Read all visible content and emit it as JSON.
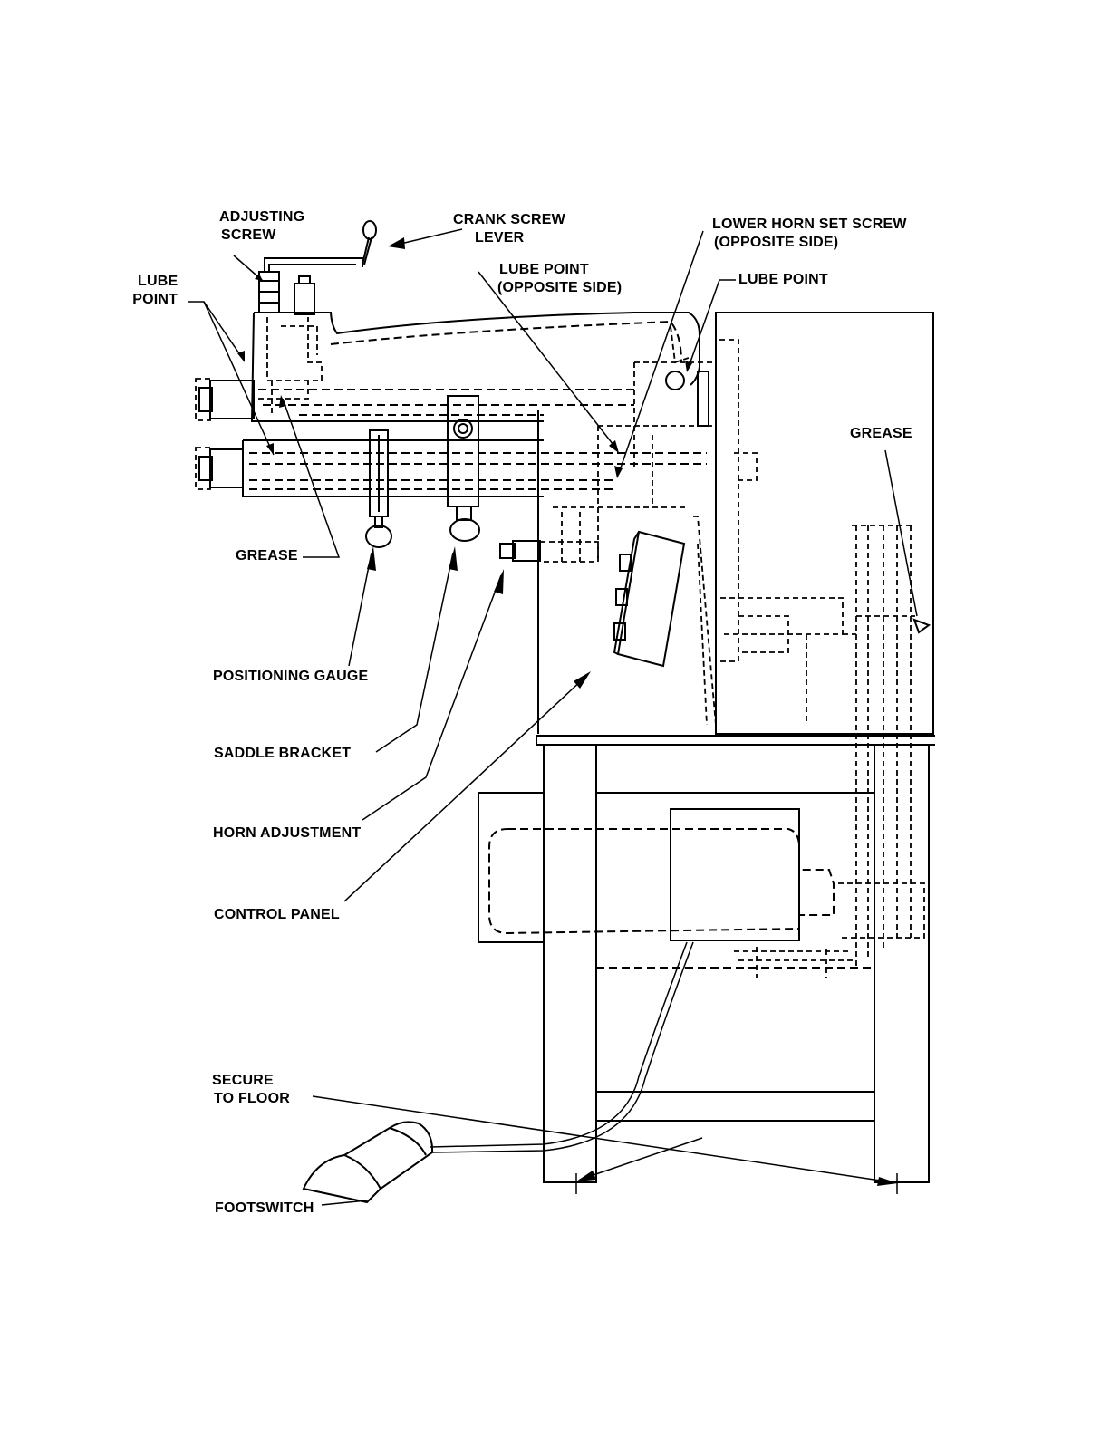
{
  "diagram": {
    "labels": {
      "adjusting_screw": [
        "ADJUSTING",
        "SCREW"
      ],
      "crank_screw_lever": [
        "CRANK SCREW",
        "LEVER"
      ],
      "lower_horn_set_screw": [
        "LOWER HORN SET SCREW",
        "(OPPOSITE SIDE)"
      ],
      "lube_point_opposite": [
        "LUBE POINT",
        "(OPPOSITE SIDE)"
      ],
      "lube_point_right": "LUBE POINT",
      "lube_point_left": [
        "LUBE",
        "POINT"
      ],
      "grease_left": "GREASE",
      "grease_right": "GREASE",
      "positioning_gauge": "POSITIONING GAUGE",
      "saddle_bracket": "SADDLE BRACKET",
      "horn_adjustment": "HORN ADJUSTMENT",
      "control_panel": "CONTROL PANEL",
      "secure_to_floor": [
        "SECURE",
        "TO FLOOR"
      ],
      "footswitch": "FOOTSWITCH"
    }
  }
}
